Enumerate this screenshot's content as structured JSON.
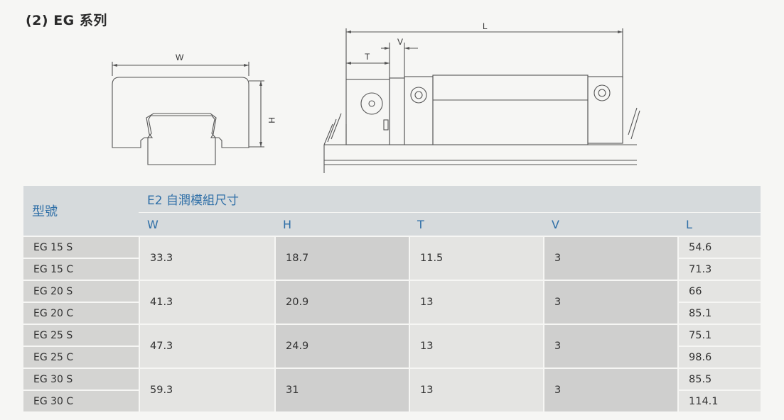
{
  "heading": "(2) EG 系列",
  "drawing_labels": {
    "w": "W",
    "h": "H",
    "l": "L",
    "t": "T",
    "v": "V"
  },
  "table": {
    "model_header": "型號",
    "group_header": "E2 自潤模組尺寸",
    "columns": [
      "W",
      "H",
      "T",
      "V",
      "L"
    ],
    "groups": [
      {
        "models": [
          "EG 15 S",
          "EG 15 C"
        ],
        "W": "33.3",
        "H": "18.7",
        "T": "11.5",
        "V": "3",
        "L": [
          "54.6",
          "71.3"
        ]
      },
      {
        "models": [
          "EG 20 S",
          "EG 20 C"
        ],
        "W": "41.3",
        "H": "20.9",
        "T": "13",
        "V": "3",
        "L": [
          "66",
          "85.1"
        ]
      },
      {
        "models": [
          "EG 25 S",
          "EG 25 C"
        ],
        "W": "47.3",
        "H": "24.9",
        "T": "13",
        "V": "3",
        "L": [
          "75.1",
          "98.6"
        ]
      },
      {
        "models": [
          "EG 30 S",
          "EG 30 C"
        ],
        "W": "59.3",
        "H": "31",
        "T": "13",
        "V": "3",
        "L": [
          "85.5",
          "114.1"
        ]
      }
    ]
  }
}
